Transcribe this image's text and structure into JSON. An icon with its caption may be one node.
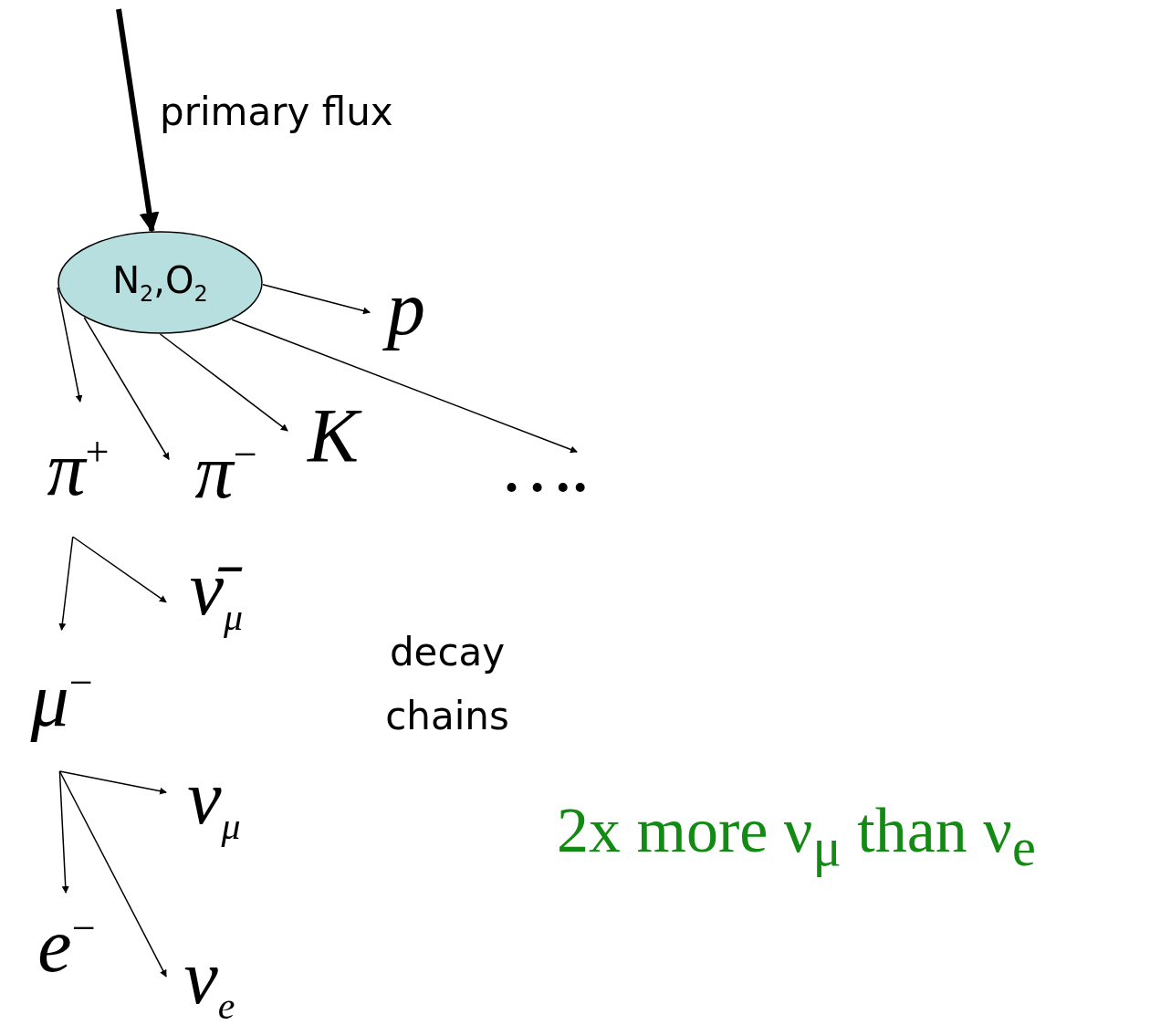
{
  "diagram": {
    "nodes": [
      {
        "text": [
          "N$_{2}$,O$_{2}$"
        ]
      },
      {
        "text": [
          "p"
        ]
      },
      {
        "text": [
          "π$^{+}$"
        ]
      },
      {
        "text": [
          "π$^{−}$"
        ]
      },
      {
        "text": [
          "K"
        ]
      },
      {
        "text": [
          "…."
        ]
      },
      {
        "text": [
          "ν̄$_{μ}$"
        ]
      },
      {
        "text": [
          "μ$^{−}$"
        ]
      },
      {
        "text": [
          "ν$_{μ}$"
        ]
      },
      {
        "text": [
          "e$^{−}$"
        ]
      },
      {
        "text": [
          "ν$_{e}$"
        ]
      }
    ],
    "edges": [
      {
        "from": null,
        "to": 0,
        "arrow": "to",
        "label": "primary flux",
        "style": "thick"
      },
      {
        "from": 0,
        "to": 1,
        "arrow": "to"
      },
      {
        "from": 0,
        "to": 2,
        "arrow": "to"
      },
      {
        "from": 0,
        "to": 3,
        "arrow": "to"
      },
      {
        "from": 0,
        "to": 4,
        "arrow": "to"
      },
      {
        "from": 0,
        "to": 5,
        "arrow": "to"
      },
      {
        "from": 2,
        "to": 7,
        "arrow": "to"
      },
      {
        "from": 2,
        "to": 6,
        "arrow": "to"
      },
      {
        "from": 7,
        "to": 9,
        "arrow": "to"
      },
      {
        "from": 7,
        "to": 8,
        "arrow": "to"
      },
      {
        "from": 7,
        "to": 10,
        "arrow": "to"
      }
    ],
    "labels": [
      "decay chains",
      "2x more ν$_{μ}$ than ν$_{e}$"
    ]
  }
}
